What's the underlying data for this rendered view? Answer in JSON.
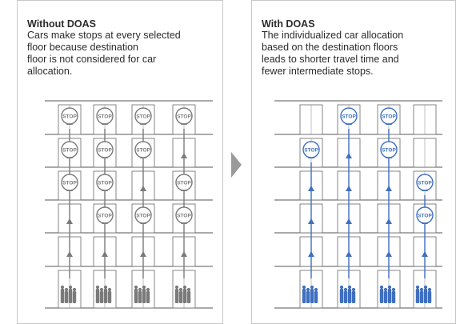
{
  "panels": {
    "left": {
      "title": "Without DOAS",
      "text": "Cars make stops at every selected\nfloor because destination\nfloor is not considered for car\nallocation.",
      "stops": [
        [
          5,
          4,
          3
        ],
        [
          5,
          4,
          3,
          2
        ],
        [
          5,
          4,
          2
        ],
        [
          5,
          3,
          2
        ]
      ]
    },
    "right": {
      "title": "With DOAS",
      "text": "The individualized car allocation\nbased on the destination floors\nleads to shorter travel time and\nfewer intermediate stops.",
      "stops": [
        [
          4
        ],
        [
          5
        ],
        [
          5,
          4
        ],
        [
          3,
          2
        ]
      ]
    }
  },
  "stop_label": "STOP",
  "colors": {
    "left_accent": "#7a7a7a",
    "right_accent": "#3f6fbf",
    "floor_line": "#555555",
    "divider_arrow": "#9a9a9a"
  },
  "icons": {
    "passengers": "people-group-icon",
    "stop": "stop-sign-icon",
    "divider": "chevron-right-icon"
  }
}
